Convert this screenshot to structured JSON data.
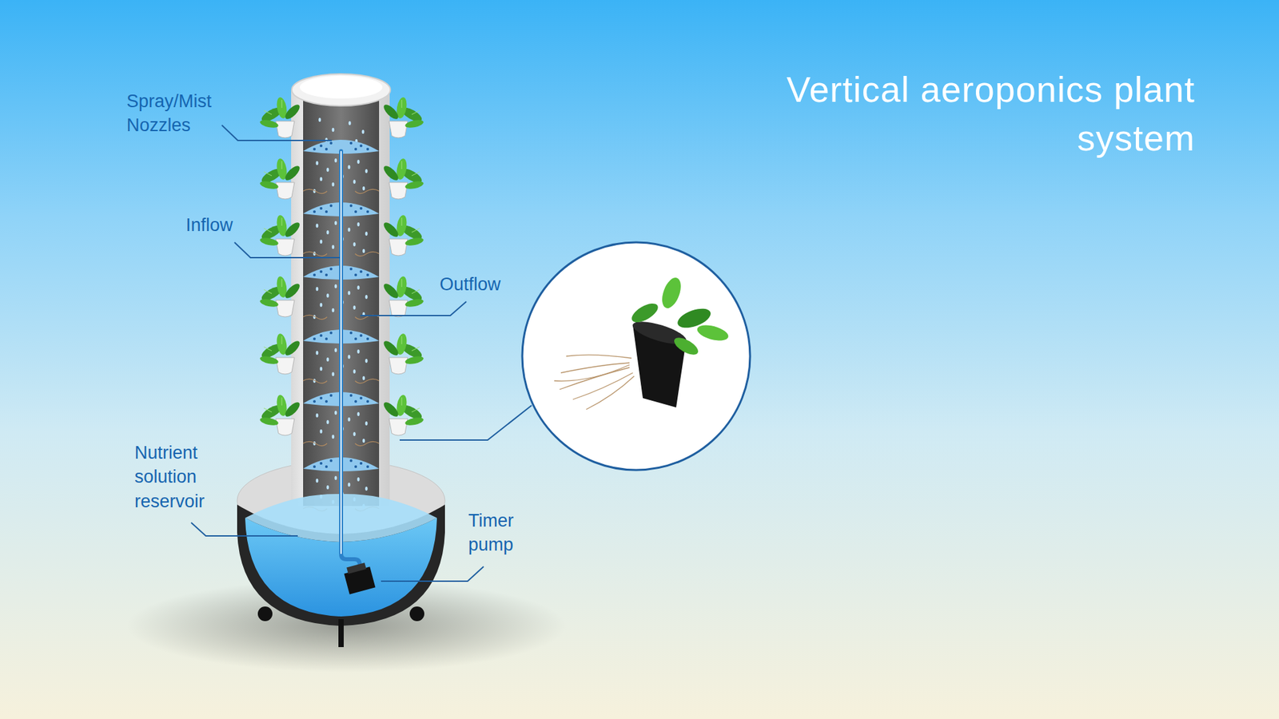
{
  "diagram": {
    "title": "Vertical aeroponics plant system",
    "labels": [
      "Spray/Mist Nozzles",
      "Inflow",
      "Outflow",
      "Nutrient solution reservoir",
      "Timer pump"
    ]
  }
}
